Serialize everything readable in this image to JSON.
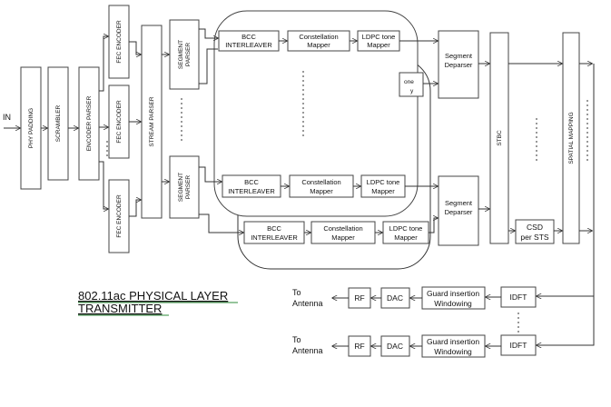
{
  "input_label": "IN",
  "blocks": {
    "phy_padding": "PHY PADDING",
    "scrambler": "SCRAMBLER",
    "encoder_parser": "ENCODER PARSER",
    "fec_encoder": "FEC ENCODER",
    "stream_parser": "STREAM  PARSER",
    "segment_parser": "SEGMENT PARSER",
    "bcc_interleaver_1": "BCC",
    "bcc_interleaver_2": "INTERLEAVER",
    "constellation_1": "Constellation",
    "constellation_2": "Mapper",
    "ldpc_1": "LDPC tone",
    "ldpc_2": "Mapper",
    "segment_deparser_1": "Segment",
    "segment_deparser_2": "Deparser",
    "stbc": "STBC",
    "csd_1": "CSD",
    "csd_2": "per STS",
    "spatial_mapping": "SPATIAL MAPPING",
    "idft": "IDFT",
    "guard_1": "Guard insertion",
    "guard_2": "Windowing",
    "dac": "DAC",
    "rf": "RF",
    "antenna_1": "To",
    "antenna_2": "Antenna"
  },
  "partial_labels": {
    "tone": "one",
    "y": "y"
  },
  "title": {
    "line1": "802.11ac PHYSICAL LAYER",
    "line2": "TRANSMITTER"
  }
}
